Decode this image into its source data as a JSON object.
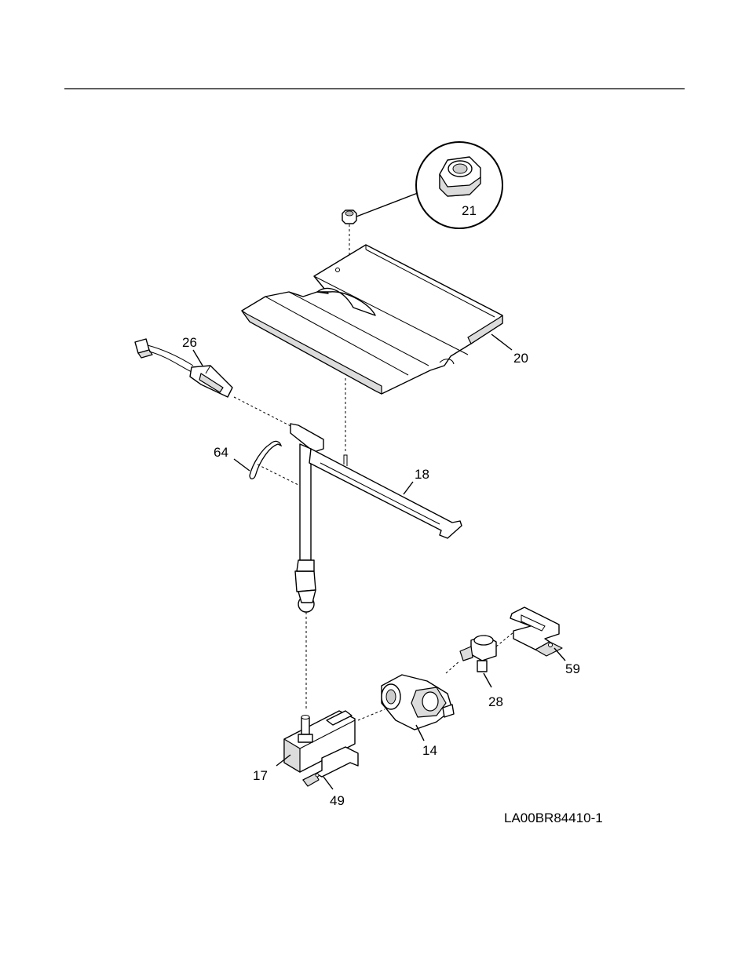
{
  "diagram": {
    "drawing_code": "LA00BR84410-1",
    "callouts": {
      "p21": "21",
      "p20": "20",
      "p26": "26",
      "p64": "64",
      "p18": "18",
      "p59": "59",
      "p28": "28",
      "p14": "14",
      "p17": "17",
      "p49": "49"
    }
  }
}
